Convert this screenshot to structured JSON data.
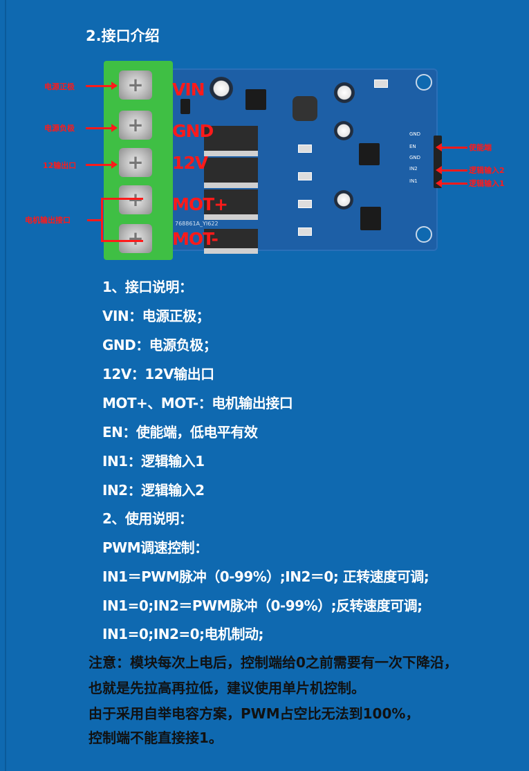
{
  "title": "2.接口介绍",
  "board": {
    "terminal_labels": [
      "VIN",
      "GND",
      "12V",
      "MOT+",
      "MOT-"
    ],
    "left_callouts": [
      "电源正极",
      "电源负极",
      "12输出口",
      "电机输出接口"
    ],
    "right_callouts": [
      "使能端",
      "逻辑输入2",
      "逻辑输入1"
    ],
    "header_pins": [
      "GND",
      "EN",
      "GND",
      "IN2",
      "IN1"
    ],
    "silkscreen": "768861A_YI622"
  },
  "description": [
    "1、接口说明：",
    "VIN：电源正极；",
    "GND：电源负极；",
    "12V：12V输出口",
    "MOT+、MOT-：电机输出接口",
    "EN：使能端，低电平有效",
    "IN1：逻辑输入1",
    "IN2：逻辑输入2",
    "2、使用说明：",
    "PWM调速控制：",
    "IN1＝PWM脉冲（0-99%）;IN2＝0;  正转速度可调;",
    "IN1=0;IN2＝PWM脉冲（0-99%）;反转速度可调;",
    "IN1=0;IN2=0;电机制动;"
  ],
  "notes": [
    "注意：模块每次上电后，控制端给0之前需要有一次下降沿，",
    "也就是先拉高再拉低，建议使用单片机控制。",
    "由于采用自举电容方案，PWM占空比无法到100%，",
    "控制端不能直接接1。"
  ]
}
